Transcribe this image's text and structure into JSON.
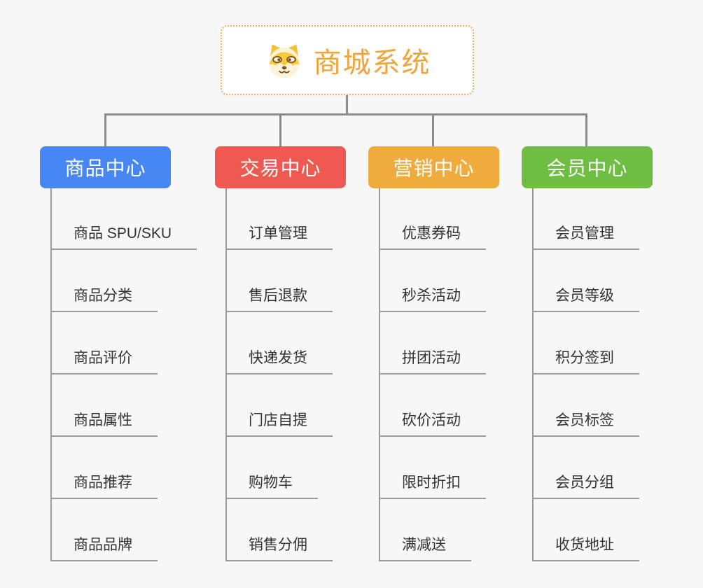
{
  "page": {
    "background_color": "#f7f7f7"
  },
  "root": {
    "title": "商城系统",
    "accent_color": "#f0a53c",
    "border_color": "#f1b054",
    "icon": "dog-face-icon"
  },
  "lines": {
    "connector_color": "#8c8c8c",
    "leaf_line_color": "#9b9b9b"
  },
  "branches": [
    {
      "label": "商品中心",
      "color": "#4687f4",
      "items": [
        "商品 SPU/SKU",
        "商品分类",
        "商品评价",
        "商品属性",
        "商品推荐",
        "商品品牌"
      ]
    },
    {
      "label": "交易中心",
      "color": "#ee5951",
      "items": [
        "订单管理",
        "售后退款",
        "快递发货",
        "门店自提",
        "购物车",
        "销售分佣"
      ]
    },
    {
      "label": "营销中心",
      "color": "#efac3d",
      "items": [
        "优惠券码",
        "秒杀活动",
        "拼团活动",
        "砍价活动",
        "限时折扣",
        "满减送"
      ]
    },
    {
      "label": "会员中心",
      "color": "#6ebe44",
      "items": [
        "会员管理",
        "会员等级",
        "积分签到",
        "会员标签",
        "会员分组",
        "收货地址"
      ]
    }
  ]
}
